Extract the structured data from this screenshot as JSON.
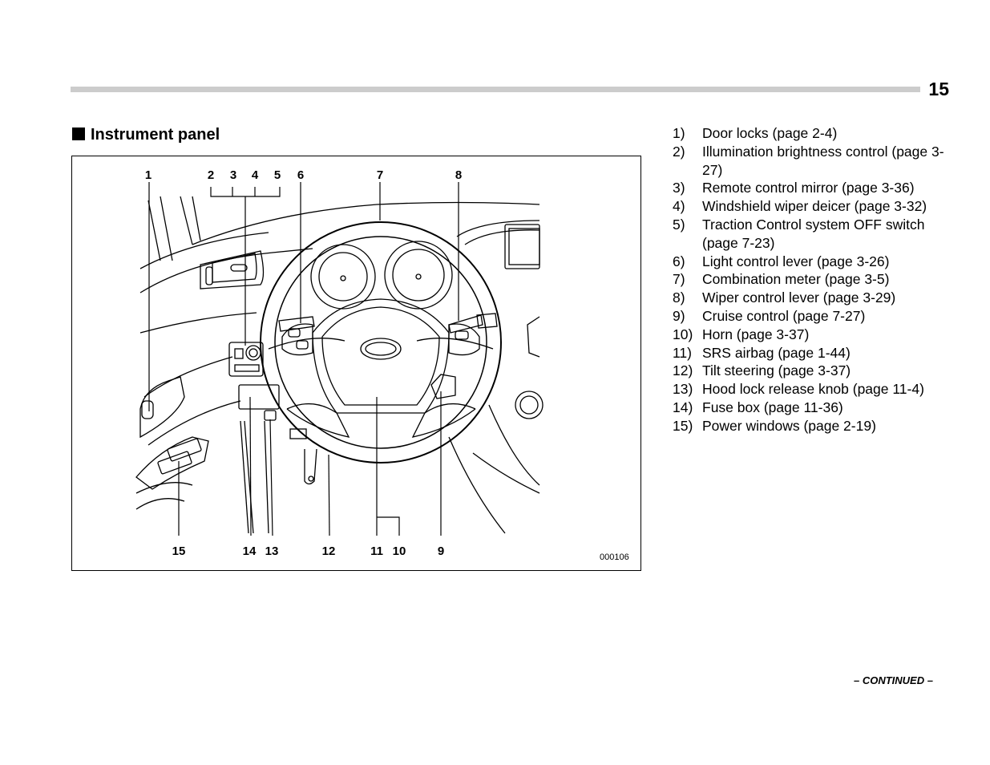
{
  "page": {
    "number": "15",
    "continued": "– CONTINUED –"
  },
  "section": {
    "title": "Instrument panel"
  },
  "figure": {
    "code": "000106",
    "callouts_top": [
      "1",
      "2",
      "3",
      "4",
      "5",
      "6",
      "7",
      "8"
    ],
    "callouts_bottom": [
      "15",
      "14",
      "13",
      "12",
      "11",
      "10",
      "9"
    ]
  },
  "parts": [
    {
      "num": "1)",
      "text": "Door locks (page 2-4)"
    },
    {
      "num": "2)",
      "text": "Illumination brightness control (page 3-27)"
    },
    {
      "num": "3)",
      "text": "Remote control mirror (page 3-36)"
    },
    {
      "num": "4)",
      "text": "Windshield wiper deicer (page 3-32)"
    },
    {
      "num": "5)",
      "text": "Traction Control system OFF switch (page 7-23)"
    },
    {
      "num": "6)",
      "text": "Light control lever (page 3-26)"
    },
    {
      "num": "7)",
      "text": "Combination meter (page 3-5)"
    },
    {
      "num": "8)",
      "text": "Wiper control lever (page 3-29)"
    },
    {
      "num": "9)",
      "text": "Cruise control (page 7-27)"
    },
    {
      "num": "10)",
      "text": "Horn (page 3-37)"
    },
    {
      "num": "11)",
      "text": "SRS airbag (page 1-44)"
    },
    {
      "num": "12)",
      "text": "Tilt steering (page 3-37)"
    },
    {
      "num": "13)",
      "text": "Hood lock release knob (page 11-4)"
    },
    {
      "num": "14)",
      "text": "Fuse box (page 11-36)"
    },
    {
      "num": "15)",
      "text": "Power windows (page 2-19)"
    }
  ]
}
